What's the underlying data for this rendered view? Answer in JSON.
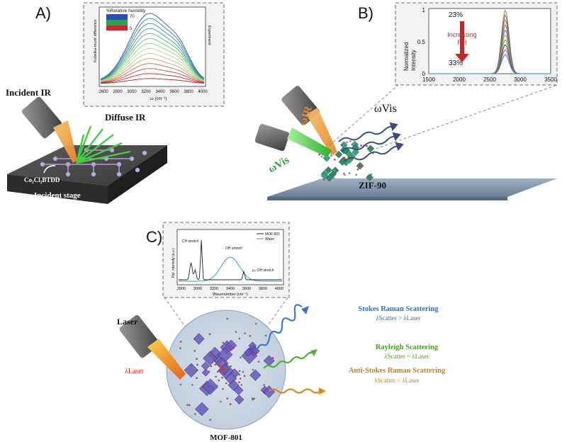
{
  "panel_a": {
    "label": "A)",
    "incident_ir": "Incident IR",
    "diffuse_ir": "Diffuse IR",
    "sample": "Co₂Cl₂BTDD",
    "stage": "Incident stage",
    "inset": {
      "legend_title": "%Relative humidity",
      "legend_max": "70",
      "legend_min": "5",
      "ylabel": "Kubelka-munk difference",
      "right_label": "Experiment",
      "xlabel": "ω (cm⁻¹)",
      "x_ticks": [
        "2600",
        "2800",
        "3000",
        "3200",
        "3400",
        "3600",
        "3800",
        "4000"
      ]
    }
  },
  "panel_b": {
    "label": "B)",
    "omega_ir": "ωIR",
    "omega_vis": "ωVis",
    "omega_vis_out": "ωVis",
    "sample": "ZIF-90",
    "inset": {
      "ylabel": "Normalized Intensity",
      "rh_top": "23%",
      "rh_bottom": "33%",
      "arrow_text_1": "Increasing",
      "arrow_text_2": "RH",
      "y_ticks": [
        "0",
        "0.5",
        "1"
      ],
      "x_ticks": [
        "1500",
        "2000",
        "2500",
        "3000",
        "3500"
      ]
    }
  },
  "panel_c": {
    "label": "C)",
    "laser": "Laser",
    "lambda_laser": "λLaser",
    "sample": "MOF-801",
    "stokes_title": "Stokes Raman Scattering",
    "stokes_rel": "λScatter > λLaser",
    "rayleigh_title": "Rayleigh Scattering",
    "rayleigh_rel": "λScatter = λLaser",
    "anti_title": "Anti-Stokes Raman Scattering",
    "anti_rel": "λScatter < λLaser",
    "inset": {
      "legend_1": "MOF-801",
      "legend_2": "Water",
      "ylabel": "Rel. intensity (a.u.)",
      "xlabel": "Wavenumber (cm⁻¹)",
      "ch_stretch": "CH stretch",
      "oh_stretch": "OH stretch",
      "mu_oh": "μ₃-OH stretch",
      "x_ticks": [
        "2800",
        "3000",
        "3200",
        "3400",
        "3600",
        "3800",
        "4000"
      ]
    }
  },
  "colors": {
    "ir_orange": "#e8892b",
    "vis_green": "#3fbf3f",
    "stokes_blue": "#3a78c8",
    "rayleigh_green": "#55b038",
    "anti_orange": "#d88a1c",
    "wave_navy": "#3a4f7a",
    "rh_arrow": "#c0282a"
  }
}
